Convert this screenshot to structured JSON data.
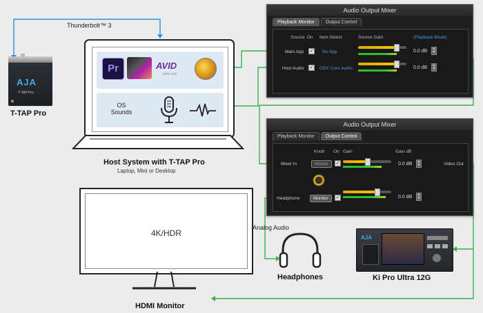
{
  "devices": {
    "ttap": {
      "name": "T-TAP Pro",
      "brand": "AJA",
      "panel_text": "T-TAP Pro"
    },
    "host": {
      "title": "Host System with T-TAP Pro",
      "subtitle": "Laptop, Mini or Desktop",
      "os_sounds": "OS Sounds"
    },
    "monitor": {
      "name": "HDMI Monitor",
      "screen_text": "4K/HDR"
    },
    "headphones": {
      "name": "Headphones"
    },
    "kipro": {
      "name": "Ki Pro Ultra 12G"
    }
  },
  "connections": {
    "thunderbolt": "Thunderbolt™ 3",
    "analog": "Analog Audio"
  },
  "app_icons": [
    {
      "name": "premiere-icon",
      "text": "Pr"
    },
    {
      "name": "final-cut-icon",
      "text": ""
    },
    {
      "name": "avid-icon",
      "text": "AVID",
      "sub": "avid.com"
    },
    {
      "name": "davinci-icon",
      "text": ""
    }
  ],
  "mixer_top": {
    "title": "Audio Output Mixer",
    "tabs": [
      "Playback Monitor",
      "Output Control"
    ],
    "active_tab": 0,
    "headers": {
      "source": "Source",
      "on": "On",
      "item": "Item Select",
      "gain": "Source Gain",
      "mode": "(Playback Mode)"
    },
    "rows": [
      {
        "label": "Main App",
        "item": "No App",
        "gain_db": "0.0 dB",
        "gain_level": 0.78
      },
      {
        "label": "Host Audio",
        "item": "OSX Core Audio",
        "gain_db": "0.0 dB",
        "gain_level": 0.78
      }
    ]
  },
  "mixer_bottom": {
    "title": "Audio Output Mixer",
    "tabs": [
      "Playback Monitor",
      "Output Control"
    ],
    "active_tab": 1,
    "headers": {
      "knob": "Knob",
      "on": "On",
      "gain": "Gain",
      "gain_db": "Gain dB"
    },
    "rows": [
      {
        "label": "Mixer In",
        "button": "Master",
        "gain_db": "0.0 dB",
        "gain_level": 0.5
      },
      {
        "label": "Headphone",
        "button": "Monitor",
        "gain_db": "0.0 dB",
        "gain_level": 0.7
      }
    ],
    "output": "Video Out"
  },
  "colors": {
    "green_wire": "#3cb04a",
    "blue_wire": "#2a8fdc",
    "gain_fill": "#f4c400"
  }
}
